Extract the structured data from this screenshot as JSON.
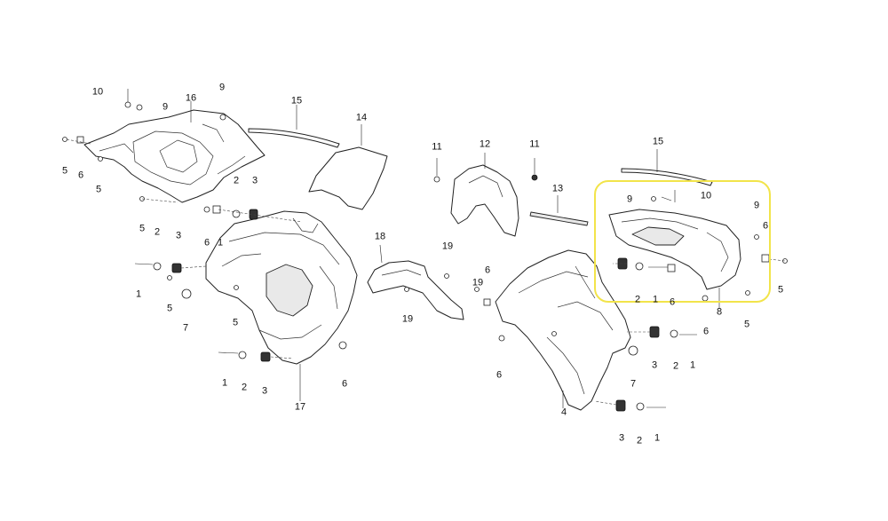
{
  "diagram": {
    "highlight_color": "#f2e44a",
    "line_color": "#222222",
    "callouts": [
      {
        "label": "10"
      },
      {
        "label": "9"
      },
      {
        "label": "16"
      },
      {
        "label": "9"
      },
      {
        "label": "15"
      },
      {
        "label": "14"
      },
      {
        "label": "5"
      },
      {
        "label": "6"
      },
      {
        "label": "5"
      },
      {
        "label": "2"
      },
      {
        "label": "3"
      },
      {
        "label": "5"
      },
      {
        "label": "6"
      },
      {
        "label": "1"
      },
      {
        "label": "2"
      },
      {
        "label": "3"
      },
      {
        "label": "1"
      },
      {
        "label": "5"
      },
      {
        "label": "7"
      },
      {
        "label": "5"
      },
      {
        "label": "18"
      },
      {
        "label": "19"
      },
      {
        "label": "19"
      },
      {
        "label": "19"
      },
      {
        "label": "1"
      },
      {
        "label": "2"
      },
      {
        "label": "3"
      },
      {
        "label": "6"
      },
      {
        "label": "17"
      },
      {
        "label": "11"
      },
      {
        "label": "12"
      },
      {
        "label": "11"
      },
      {
        "label": "13"
      },
      {
        "label": "15"
      },
      {
        "label": "9"
      },
      {
        "label": "10"
      },
      {
        "label": "9"
      },
      {
        "label": "6"
      },
      {
        "label": "5"
      },
      {
        "label": "2"
      },
      {
        "label": "1"
      },
      {
        "label": "6"
      },
      {
        "label": "8"
      },
      {
        "label": "6"
      },
      {
        "label": "5"
      },
      {
        "label": "6"
      },
      {
        "label": "6"
      },
      {
        "label": "3"
      },
      {
        "label": "2"
      },
      {
        "label": "1"
      },
      {
        "label": "7"
      },
      {
        "label": "4"
      },
      {
        "label": "3"
      },
      {
        "label": "2"
      },
      {
        "label": "1"
      }
    ]
  }
}
